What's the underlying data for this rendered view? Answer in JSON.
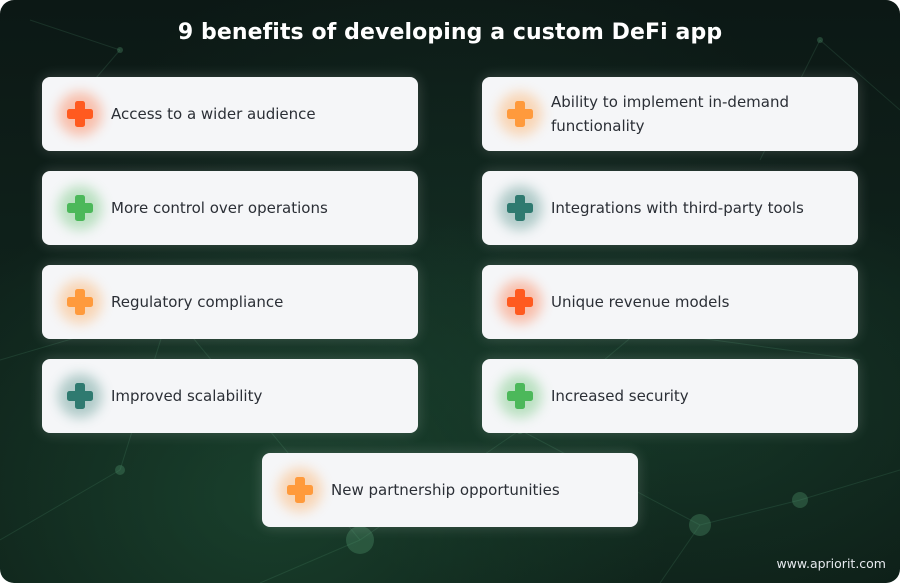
{
  "title": "9 benefits of developing a custom DeFi app",
  "benefits": [
    {
      "label": "Access to a wider audience",
      "color": "#ff5a1f"
    },
    {
      "label": "Ability to implement in-demand functionality",
      "color": "#ff9a3c"
    },
    {
      "label": "More control over operations",
      "color": "#4cb85a"
    },
    {
      "label": "Integrations with third-party tools",
      "color": "#2f7a70"
    },
    {
      "label": "Regulatory compliance",
      "color": "#ff9a3c"
    },
    {
      "label": "Unique revenue models",
      "color": "#ff5a1f"
    },
    {
      "label": "Improved scalability",
      "color": "#2f7a70"
    },
    {
      "label": "Increased security",
      "color": "#4cb85a"
    },
    {
      "label": "New partnership opportunities",
      "color": "#ff9a3c"
    }
  ],
  "watermark": "www.apriorit.com"
}
